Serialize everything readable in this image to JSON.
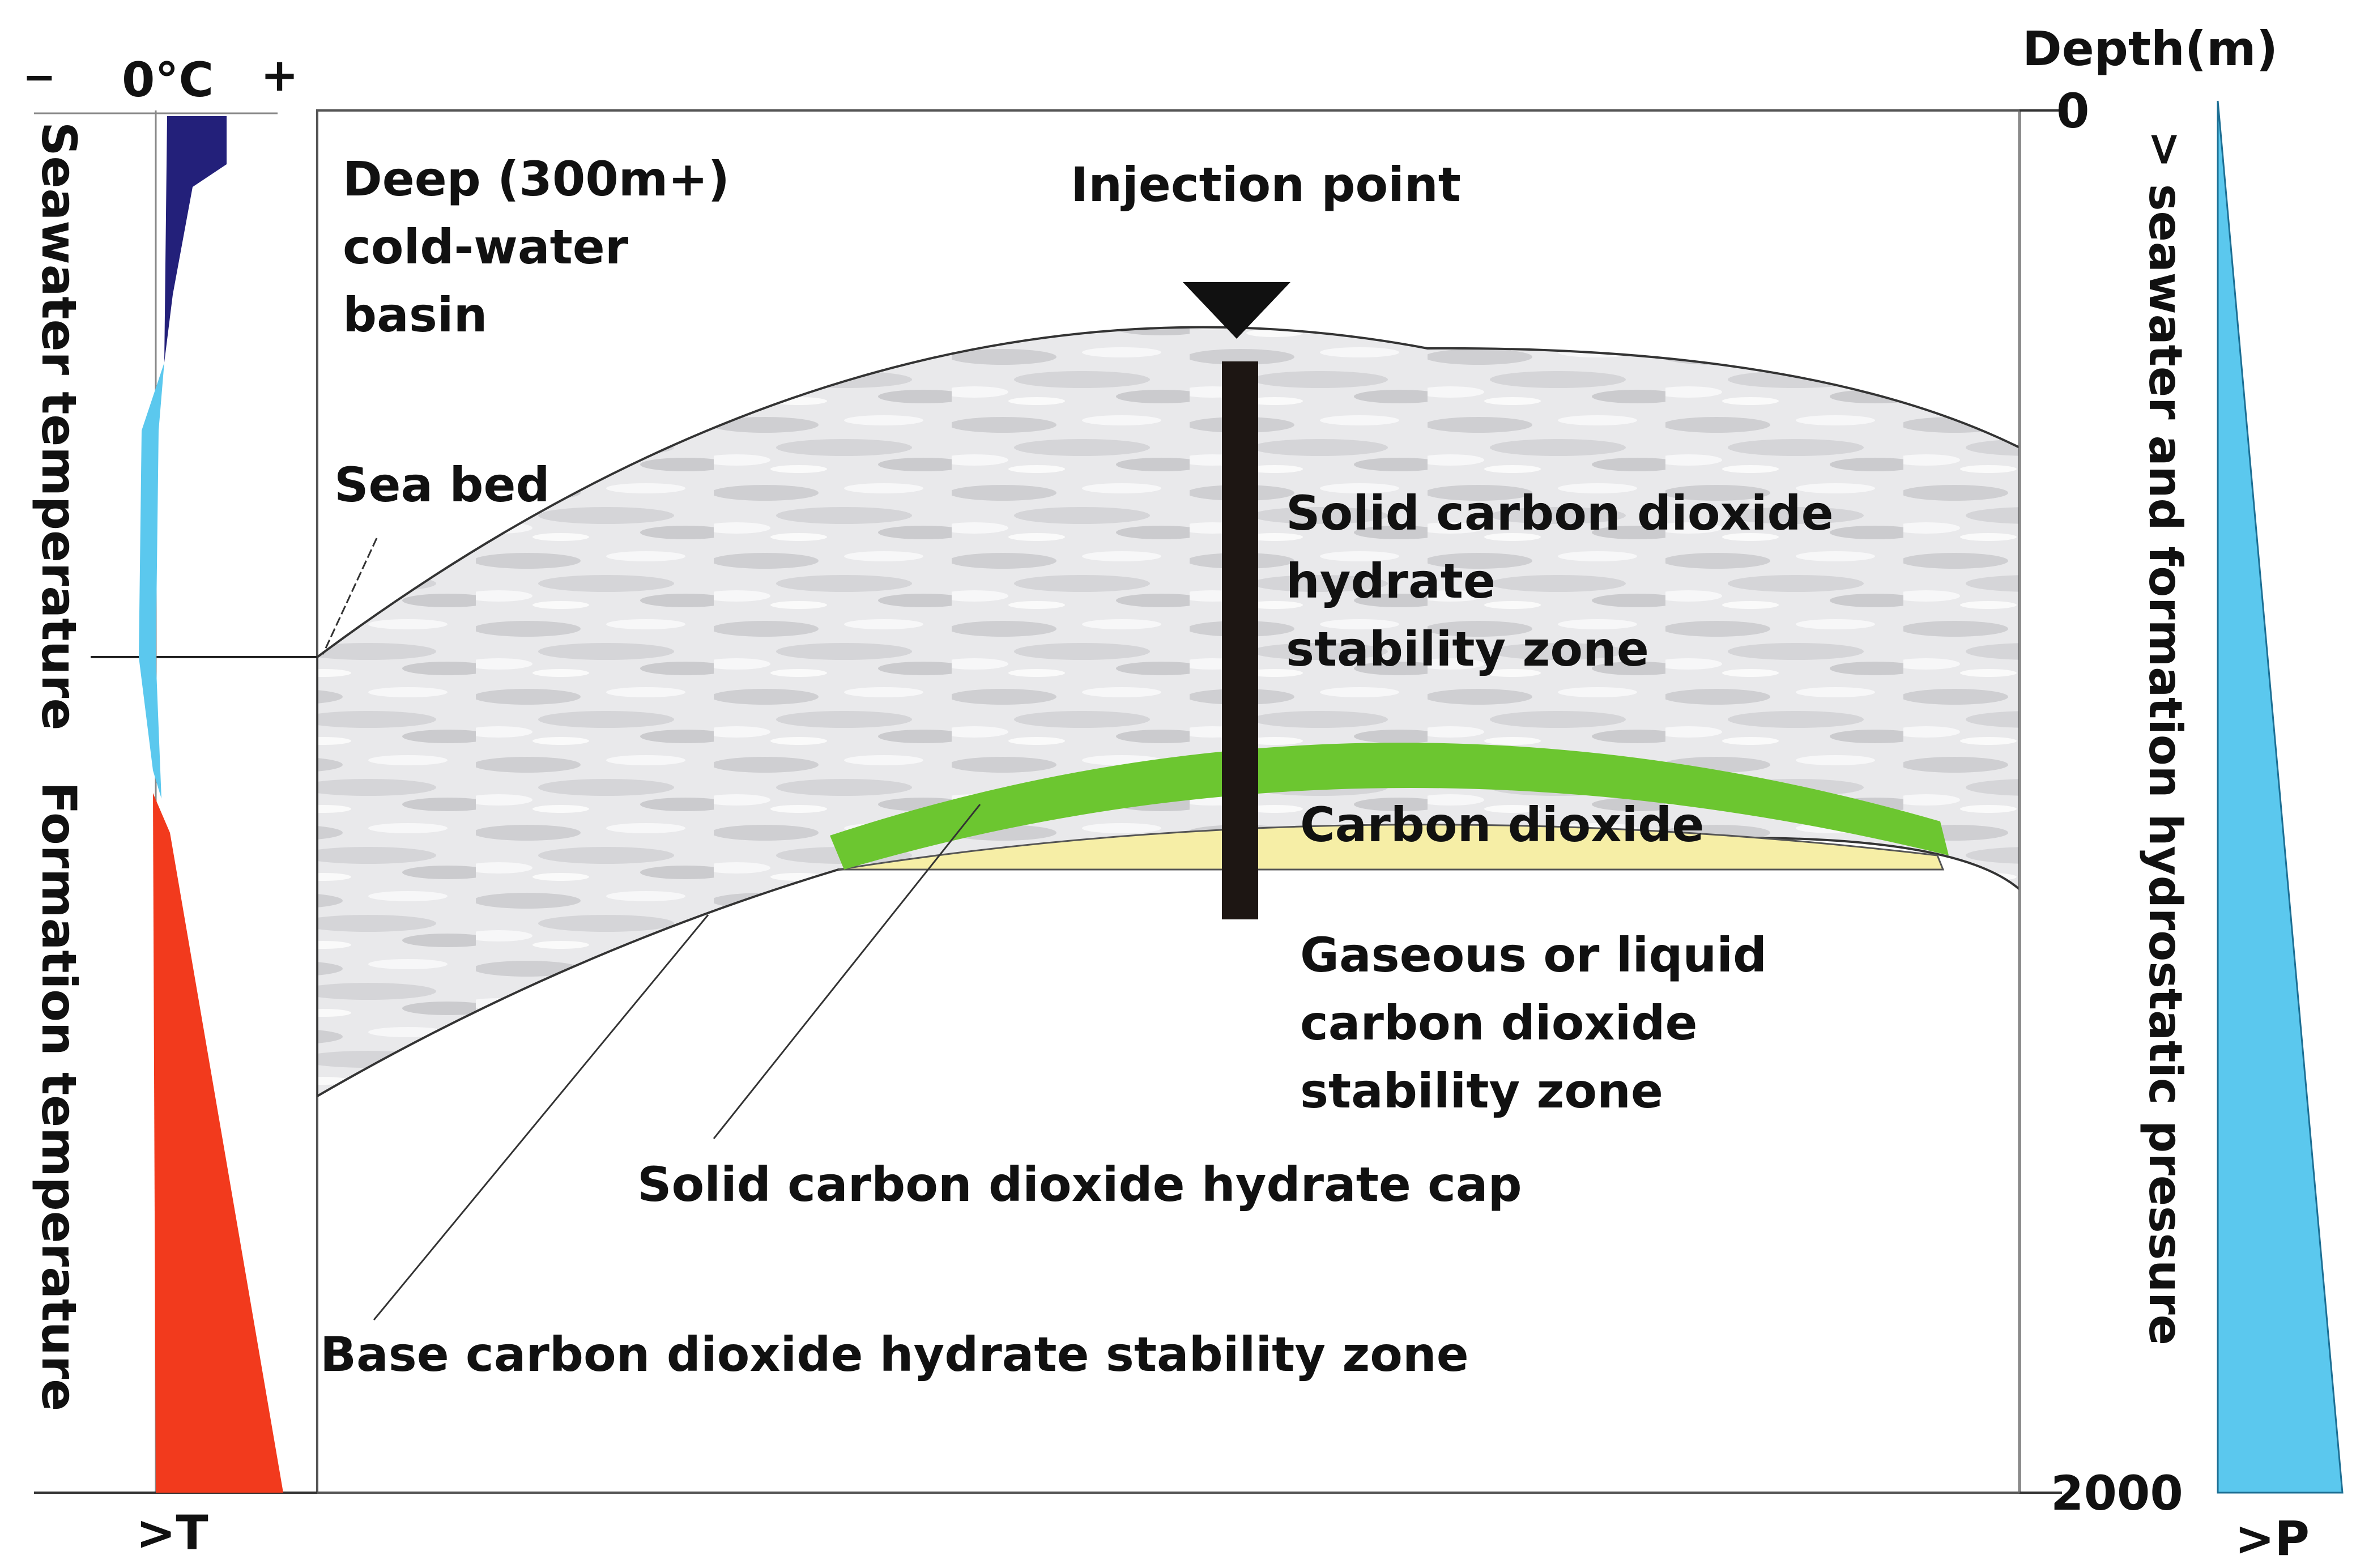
{
  "temperature_scale": {
    "minus": "−",
    "zero": "0°C",
    "plus": "+",
    "high": ">T"
  },
  "depth_scale": {
    "title": "Depth(m)",
    "top": "0",
    "bottom": "2000"
  },
  "pressure_scale": {
    "label": "> seawater and formation hydrostatic pressure",
    "high": ">P"
  },
  "side_labels": {
    "seawater_temperature": "Seawater temperature",
    "formation_temperature": "Formation  temperature"
  },
  "labels": {
    "basin_line1": "Deep (300m+)",
    "basin_line2": "cold-water",
    "basin_line3": "basin",
    "injection_point": "Injection point",
    "sea_bed": "Sea bed",
    "hydrate_zone_line1": "Solid carbon dioxide",
    "hydrate_zone_line2": "hydrate",
    "hydrate_zone_line3": "stability zone",
    "co2": "Carbon dioxide",
    "gas_zone_line1": "Gaseous or liquid",
    "gas_zone_line2": "carbon dioxide",
    "gas_zone_line3": "stability zone",
    "hydrate_cap": "Solid carbon dioxide hydrate cap",
    "base_zone": "Base carbon dioxide hydrate stability zone"
  },
  "colors": {
    "cold_seawater": "#23207a",
    "cool_water": "#5bc8ee",
    "formation_heat": "#f23a1d",
    "pressure_wedge": "#5bc8ee",
    "hydrate_zone": "#dcdcde",
    "hydrate_cap": "#6cc630",
    "co2_reservoir": "#f6eea6",
    "injection_well": "#1d1613"
  }
}
